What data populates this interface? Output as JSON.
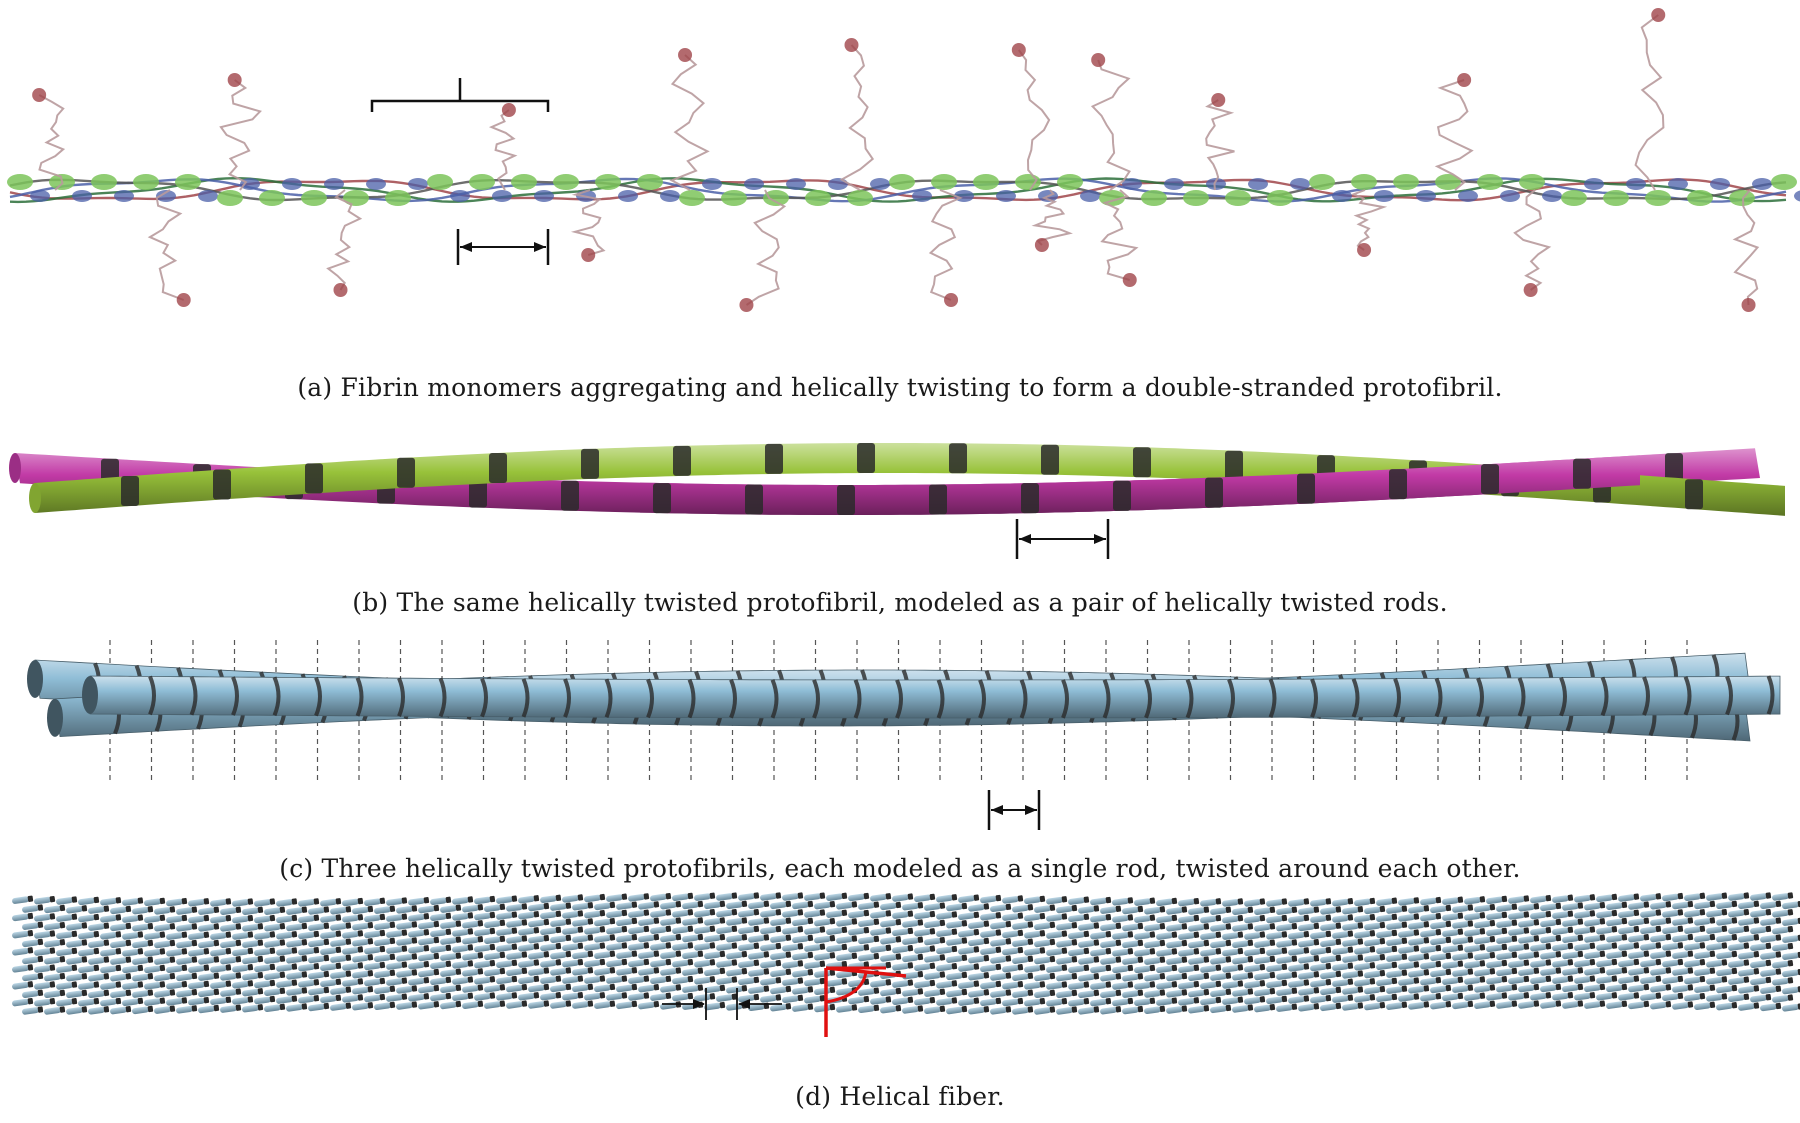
{
  "captions": {
    "a": "(a) Fibrin monomers aggregating and helically twisting to form a double-stranded protofibril.",
    "b": "(b) The same helically twisted protofibril, modeled as a pair of helically twisted rods.",
    "c": "(c) Three helically twisted protofibrils, each modeled as a single rod, twisted around each other.",
    "d": "(d) Helical fiber."
  },
  "colors": {
    "strand_green": "#98c23a",
    "strand_magenta": "#c23aa6",
    "rod_blue": "#8fbdd6",
    "band_dark": "#2a2a2a",
    "angle_red": "#e01010",
    "monomer_red": "#a0454a",
    "monomer_green": "#7cc45a",
    "monomer_blue": "#4a5fa8"
  }
}
